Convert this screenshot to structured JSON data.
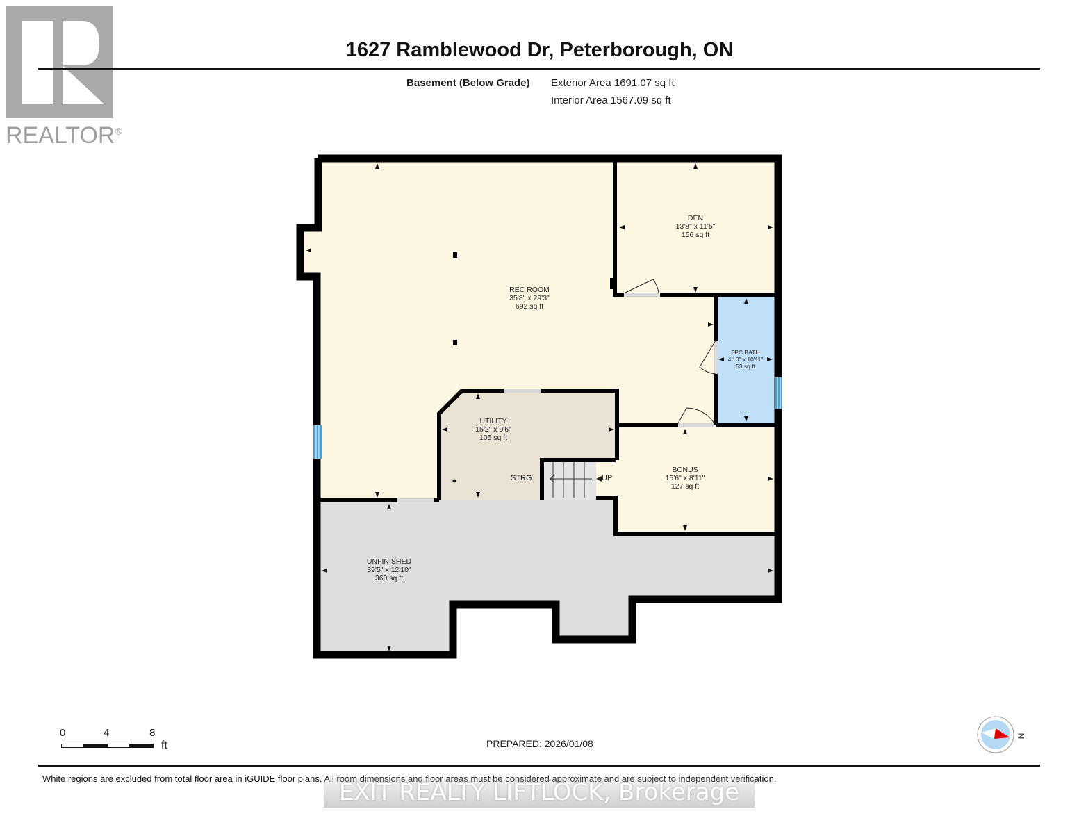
{
  "logo": {
    "icon": "realtor-r-icon",
    "text": "REALTOR",
    "mark": "®"
  },
  "header": {
    "title": "1627 Ramblewood Dr, Peterborough, ON",
    "floor_label": "Basement (Below Grade)",
    "exterior_area": "Exterior Area 1691.07 sq ft",
    "interior_area": "Interior Area 1567.09 sq ft"
  },
  "colors": {
    "finished": "#fdf6e3",
    "utility": "#ebe2d6",
    "bath": "#bfe0f8",
    "unfinished": "#dedede",
    "stairs": "#e4e4e4",
    "wall": "#000000",
    "window": "#4a9fd0",
    "door_gap": "#d8d8d8",
    "compass_red": "#e00000",
    "compass_blue": "#b5d9f2"
  },
  "rooms": [
    {
      "name": "REC ROOM",
      "dims": "35'8\" x 29'3\"",
      "area": "692 sq ft"
    },
    {
      "name": "DEN",
      "dims": "13'8\" x 11'5\"",
      "area": "156 sq ft"
    },
    {
      "name": "3PC BATH",
      "dims": "4'10\" x 10'11\"",
      "area": "53 sq ft"
    },
    {
      "name": "UTILITY",
      "dims": "15'2\" x 9'6\"",
      "area": "105 sq ft"
    },
    {
      "name": "BONUS",
      "dims": "15'6\" x 8'11\"",
      "area": "127 sq ft"
    },
    {
      "name": "UNFINISHED",
      "dims": "39'5\" x 12'10\"",
      "area": "360 sq ft"
    }
  ],
  "labels": {
    "storage": "STRG",
    "stairs_up": "UP"
  },
  "scale": {
    "ticks": [
      "0",
      "4",
      "8"
    ],
    "unit": "ft"
  },
  "compass": {
    "icon": "north-compass-icon",
    "label": "N"
  },
  "footer": {
    "prepared": "PREPARED: 2026/01/08",
    "disclaimer": "White regions are excluded from total floor area in iGUIDE floor plans. All room dimensions and floor areas must be considered approximate and are subject to independent verification.",
    "watermark": "EXIT REALTY LIFTLOCK, Brokerage"
  }
}
